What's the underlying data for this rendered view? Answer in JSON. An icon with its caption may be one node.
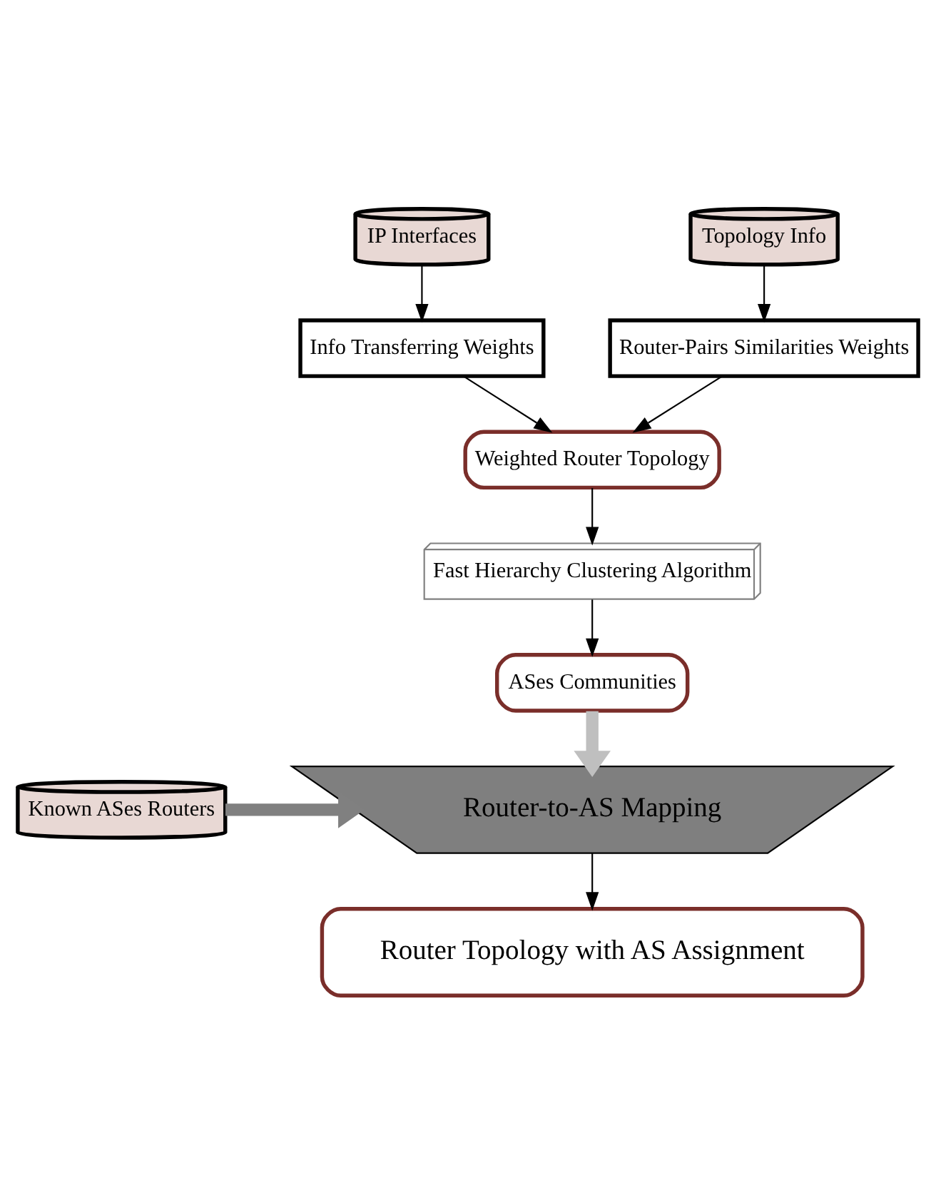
{
  "diagram": {
    "nodes": [
      {
        "text": [
          "IP Interfaces"
        ]
      },
      {
        "text": [
          "Topology Info"
        ]
      },
      {
        "text": [
          "Info Transferring Weights"
        ]
      },
      {
        "text": [
          "Router-Pairs Similarities Weights"
        ]
      },
      {
        "text": [
          "Weighted Router Topology"
        ]
      },
      {
        "text": [
          "Fast Hierarchy Clustering Algorithm"
        ]
      },
      {
        "text": [
          "ASes Communities"
        ]
      },
      {
        "text": [
          "Known ASes Routers"
        ]
      },
      {
        "text": [
          "Router-to-AS Mapping"
        ]
      },
      {
        "text": [
          "Router Topology with AS Assignment"
        ]
      }
    ],
    "edges": [
      {
        "from": 0,
        "to": 2,
        "arrow": "to"
      },
      {
        "from": 1,
        "to": 3,
        "arrow": "to"
      },
      {
        "from": 2,
        "to": 4,
        "arrow": "to"
      },
      {
        "from": 3,
        "to": 4,
        "arrow": "to"
      },
      {
        "from": 4,
        "to": 5,
        "arrow": "to"
      },
      {
        "from": 5,
        "to": 6,
        "arrow": "to"
      },
      {
        "from": 6,
        "to": 8,
        "arrow": "to",
        "style": "thick",
        "color": "#bfbfbf"
      },
      {
        "from": 7,
        "to": 8,
        "arrow": "to",
        "style": "thick",
        "color": "#808080"
      },
      {
        "from": 8,
        "to": 9,
        "arrow": "to"
      }
    ]
  }
}
